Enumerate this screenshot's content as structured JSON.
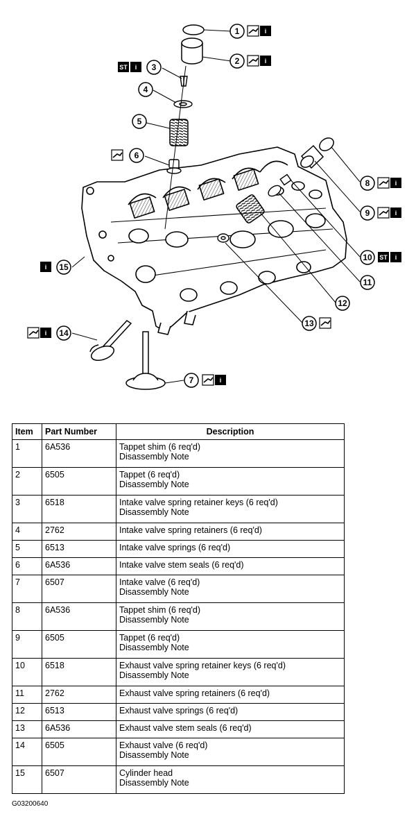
{
  "callouts": [
    {
      "num": "1",
      "icons": [
        "oil-can",
        "info"
      ]
    },
    {
      "num": "2",
      "icons": [
        "oil-can",
        "info"
      ]
    },
    {
      "num": "3",
      "icons": [
        "special-tool",
        "info"
      ]
    },
    {
      "num": "4",
      "icons": []
    },
    {
      "num": "5",
      "icons": []
    },
    {
      "num": "6",
      "icons": [
        "oil-can"
      ]
    },
    {
      "num": "7",
      "icons": [
        "oil-can",
        "info"
      ]
    },
    {
      "num": "8",
      "icons": [
        "oil-can",
        "info"
      ]
    },
    {
      "num": "9",
      "icons": [
        "oil-can",
        "info"
      ]
    },
    {
      "num": "10",
      "icons": [
        "special-tool",
        "info"
      ]
    },
    {
      "num": "11",
      "icons": []
    },
    {
      "num": "12",
      "icons": []
    },
    {
      "num": "13",
      "icons": [
        "oil-can"
      ]
    },
    {
      "num": "14",
      "icons": [
        "oil-can",
        "info"
      ]
    },
    {
      "num": "15",
      "icons": [
        "info"
      ]
    }
  ],
  "icon_labels": {
    "info": "i",
    "special-tool": "ST"
  },
  "table": {
    "headers": {
      "item": "Item",
      "part_number": "Part Number",
      "description": "Description"
    },
    "rows": [
      {
        "item": "1",
        "part": "6A536",
        "desc": "Tappet shim (6 req'd)",
        "note": "Disassembly Note"
      },
      {
        "item": "2",
        "part": "6505",
        "desc": "Tappet (6 req'd)",
        "note": "Disassembly Note"
      },
      {
        "item": "3",
        "part": "6518",
        "desc": "Intake valve spring retainer keys (6 req'd)",
        "note": "Disassembly Note"
      },
      {
        "item": "4",
        "part": "2762",
        "desc": "Intake valve spring retainers (6 req'd)",
        "note": ""
      },
      {
        "item": "5",
        "part": "6513",
        "desc": "Intake valve springs (6 req'd)",
        "note": ""
      },
      {
        "item": "6",
        "part": "6A536",
        "desc": "Intake valve stem seals (6 req'd)",
        "note": ""
      },
      {
        "item": "7",
        "part": "6507",
        "desc": "Intake valve (6 req'd)",
        "note": "Disassembly Note"
      },
      {
        "item": "8",
        "part": "6A536",
        "desc": "Tappet shim (6 req'd)",
        "note": "Disassembly Note"
      },
      {
        "item": "9",
        "part": "6505",
        "desc": "Tappet (6 req'd)",
        "note": "Disassembly Note"
      },
      {
        "item": "10",
        "part": "6518",
        "desc": "Exhaust valve spring retainer keys (6 req'd)",
        "note": "Disassembly Note"
      },
      {
        "item": "11",
        "part": "2762",
        "desc": "Exhaust valve spring retainers (6 req'd)",
        "note": ""
      },
      {
        "item": "12",
        "part": "6513",
        "desc": "Exhaust valve springs (6 req'd)",
        "note": ""
      },
      {
        "item": "13",
        "part": "6A536",
        "desc": "Exhaust valve stem seals (6 req'd)",
        "note": ""
      },
      {
        "item": "14",
        "part": "6505",
        "desc": "Exhaust valve (6 req'd)",
        "note": "Disassembly Note"
      },
      {
        "item": "15",
        "part": "6507",
        "desc": "Cylinder head",
        "note": "Disassembly Note"
      }
    ]
  },
  "figure_id": "G03200640"
}
